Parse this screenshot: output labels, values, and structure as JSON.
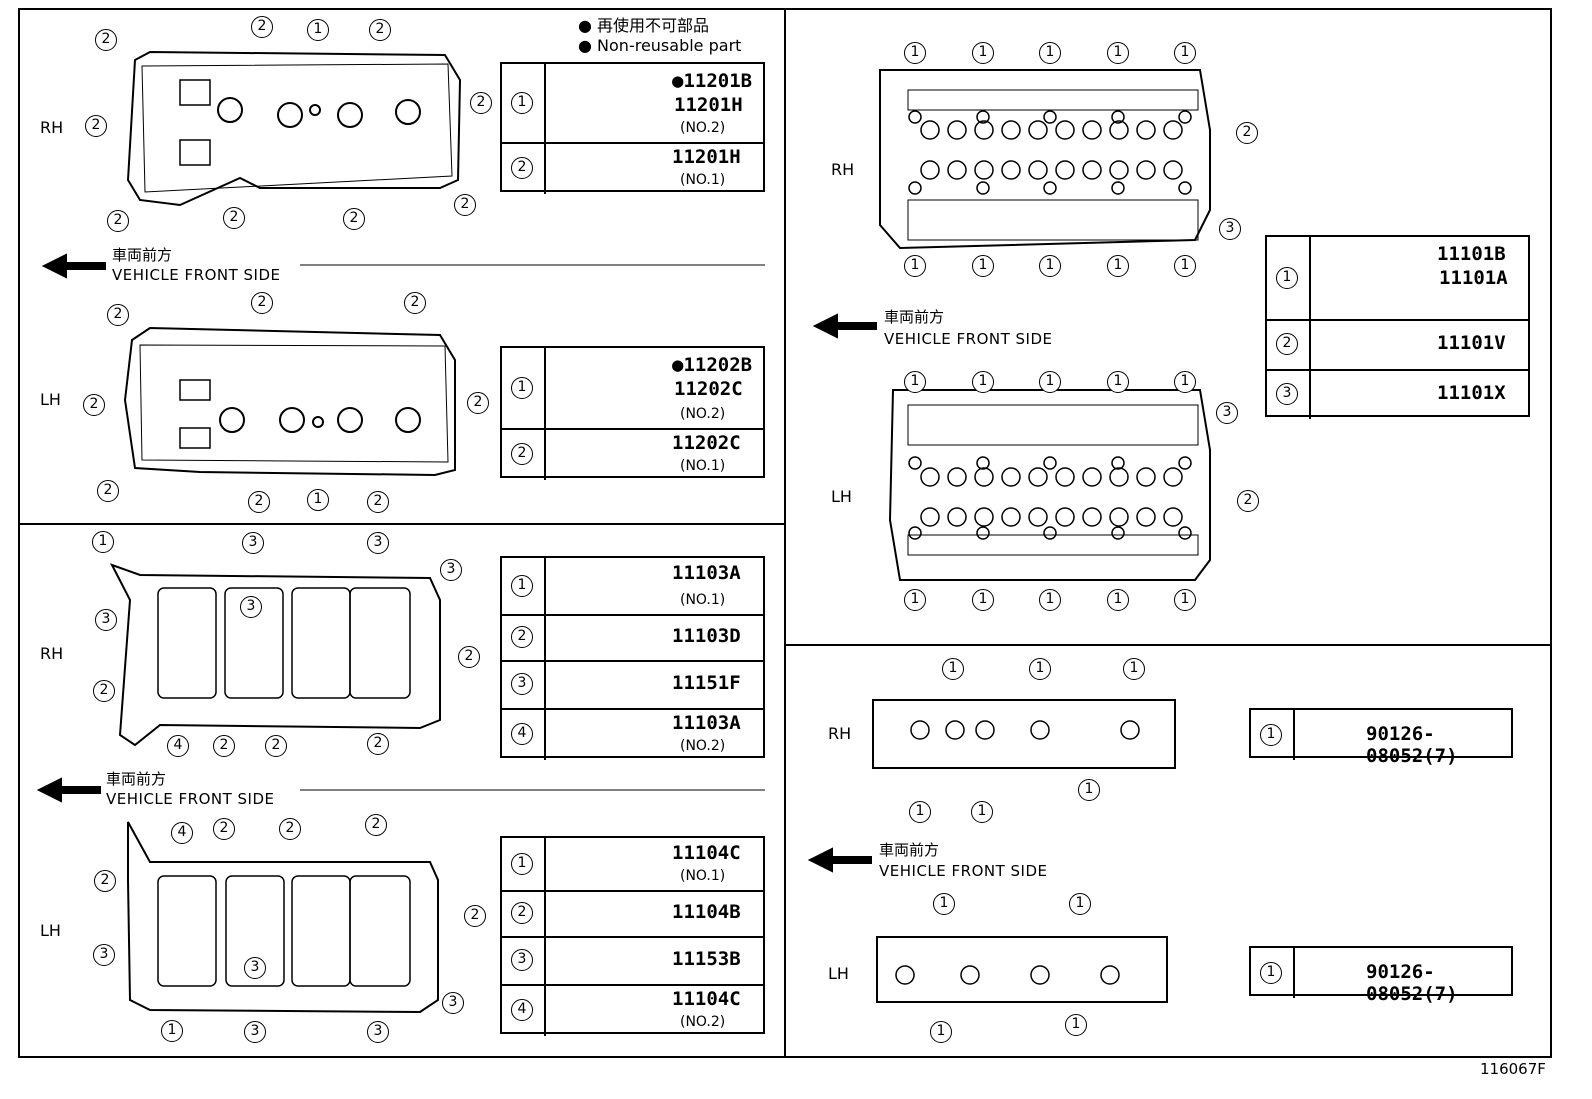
{
  "legend": {
    "jp": "● 再使用不可部品",
    "en": "● Non-reusable part"
  },
  "direction": {
    "jp": "車両前方",
    "en": "VEHICLE FRONT SIDE"
  },
  "sides": {
    "rh": "RH",
    "lh": "LH"
  },
  "numbers": [
    "1",
    "2",
    "3",
    "4"
  ],
  "panel1": {
    "rh_table": [
      {
        "num": "1",
        "part": "●11201B",
        "part2": "11201H",
        "note": "(NO.2)"
      },
      {
        "num": "2",
        "part": "11201H",
        "note": "(NO.1)"
      }
    ],
    "lh_table": [
      {
        "num": "1",
        "part": "●11202B",
        "part2": "11202C",
        "note": "(NO.2)"
      },
      {
        "num": "2",
        "part": "11202C",
        "note": "(NO.1)"
      }
    ]
  },
  "panel2": {
    "rh_table": [
      {
        "num": "1",
        "part": "11103A",
        "note": "(NO.1)"
      },
      {
        "num": "2",
        "part": "11103D"
      },
      {
        "num": "3",
        "part": "11151F"
      },
      {
        "num": "4",
        "part": "11103A",
        "note": "(NO.2)"
      }
    ],
    "lh_table": [
      {
        "num": "1",
        "part": "11104C",
        "note": "(NO.1)"
      },
      {
        "num": "2",
        "part": "11104B"
      },
      {
        "num": "3",
        "part": "11153B"
      },
      {
        "num": "4",
        "part": "11104C",
        "note": "(NO.2)"
      }
    ]
  },
  "panel3": {
    "table": [
      {
        "num": "1",
        "part": "11101B",
        "part2": "11101A"
      },
      {
        "num": "2",
        "part": "11101V"
      },
      {
        "num": "3",
        "part": "11101X"
      }
    ]
  },
  "panel4": {
    "rh_table": [
      {
        "num": "1",
        "part": "90126-08052(7)"
      }
    ],
    "lh_table": [
      {
        "num": "1",
        "part": "90126-08052(7)"
      }
    ]
  },
  "footer": "116067F"
}
